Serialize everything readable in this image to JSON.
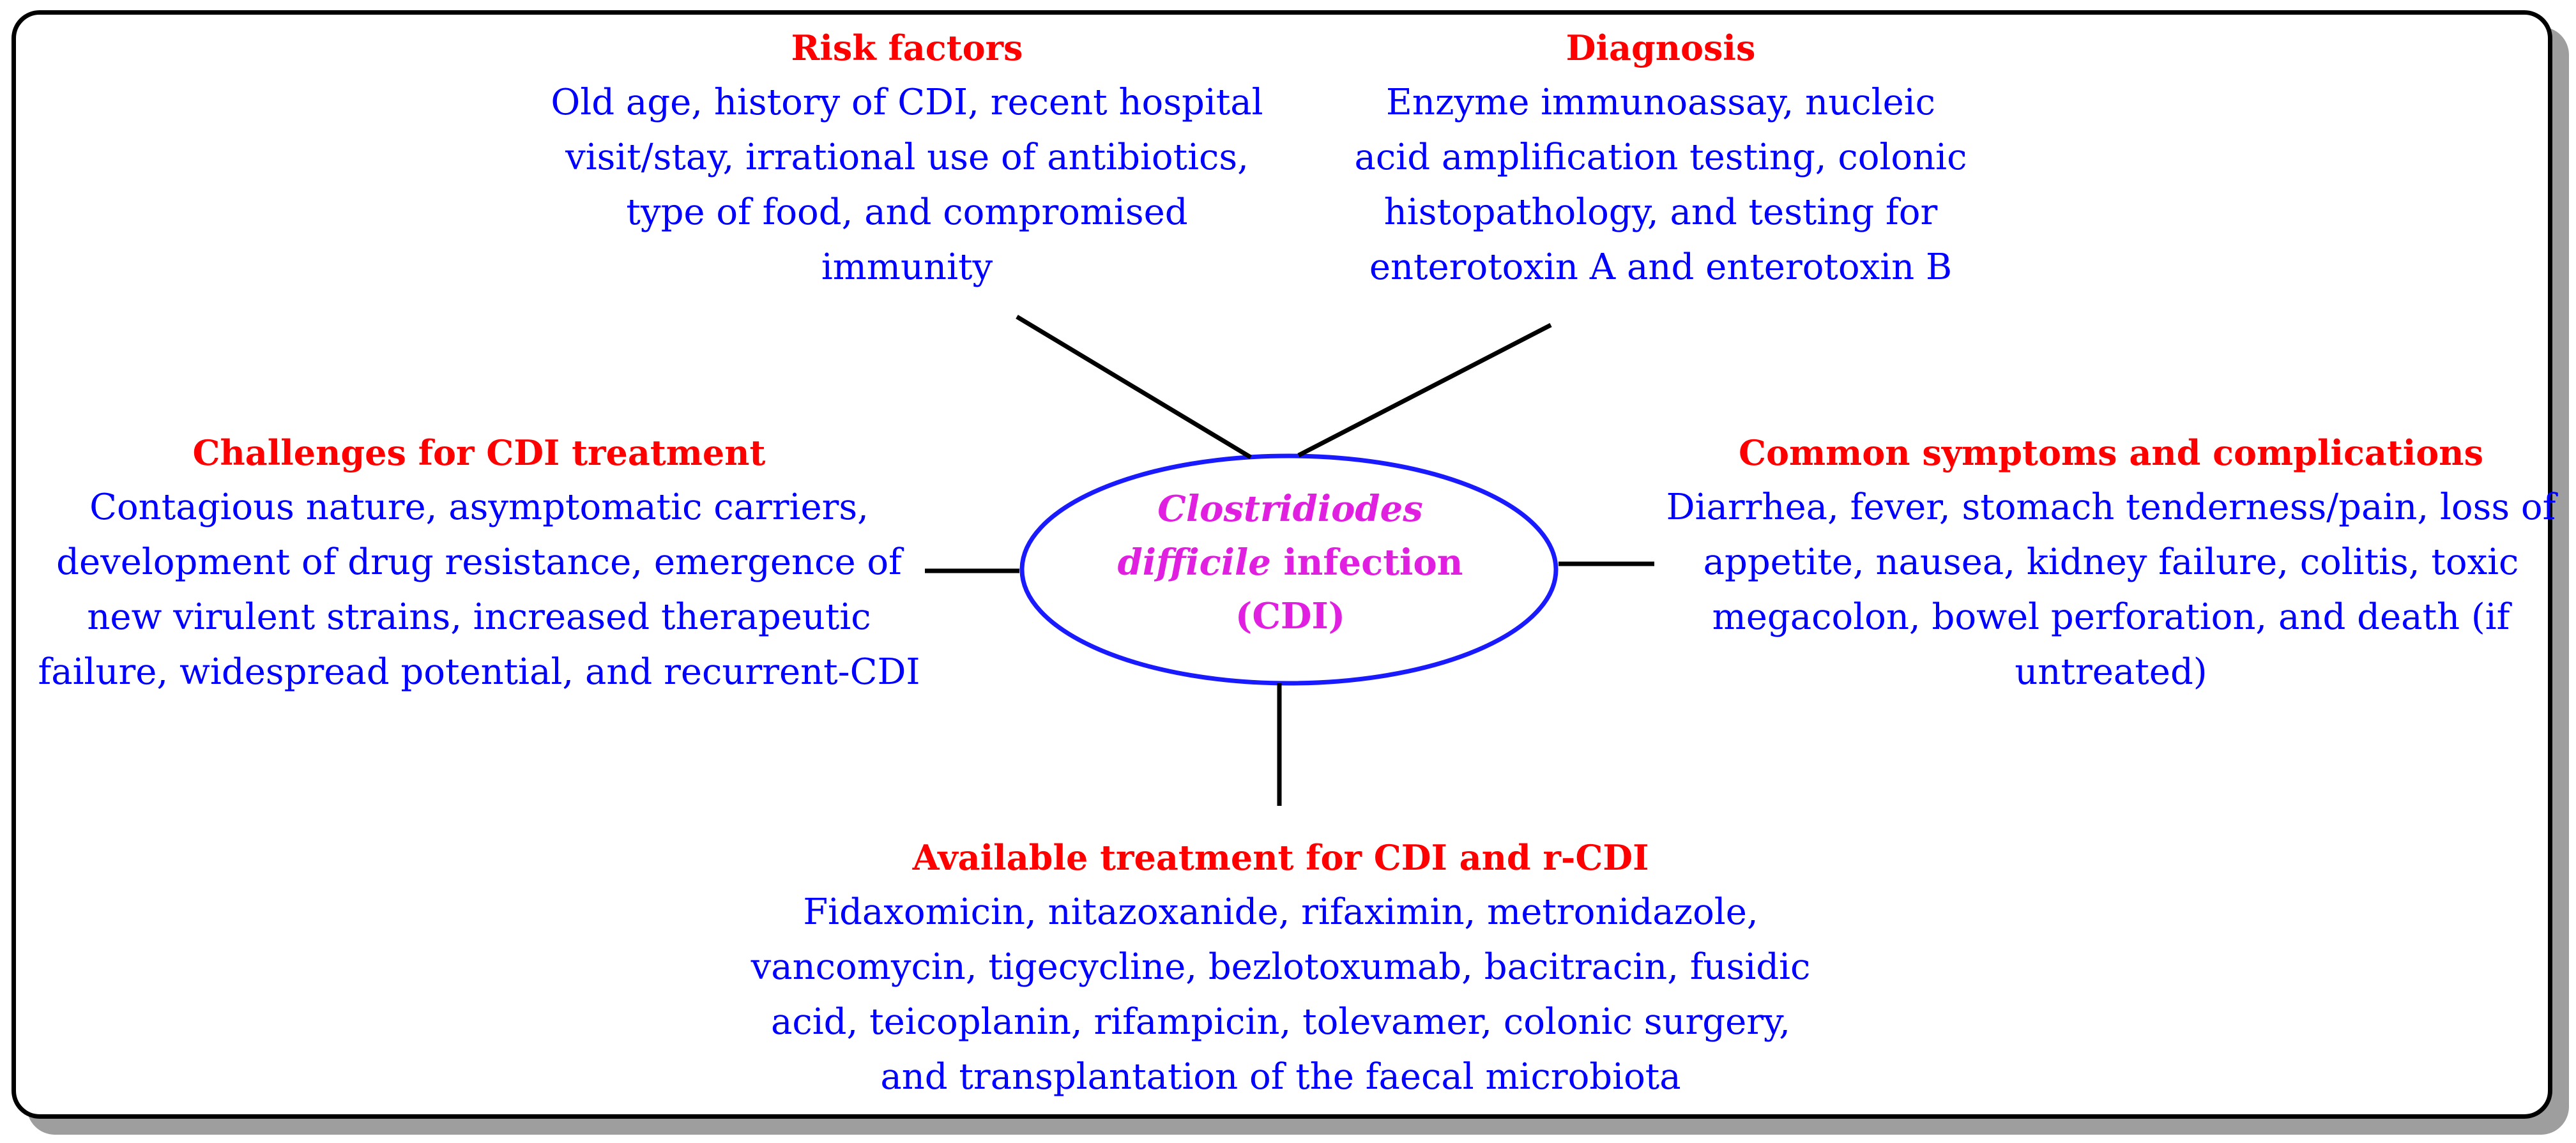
{
  "center": {
    "line1": "Clostridiodes",
    "line2_italic": "difficile",
    "line2_rest": " infection",
    "line3": "(CDI)"
  },
  "risk_factors": {
    "title": "Risk factors",
    "lines": [
      "Old age, history of CDI, recent hospital",
      "visit/stay, irrational use of antibiotics,",
      "type of food, and compromised",
      "immunity"
    ]
  },
  "diagnosis": {
    "title": "Diagnosis",
    "lines": [
      "Enzyme immunoassay, nucleic",
      "acid amplification testing, colonic",
      "histopathology, and testing for",
      "enterotoxin A and enterotoxin B"
    ]
  },
  "challenges": {
    "title": "Challenges for CDI treatment",
    "lines": [
      "Contagious nature, asymptomatic carriers,",
      "development of drug resistance, emergence of",
      "new virulent strains, increased therapeutic",
      "failure, widespread potential, and recurrent-CDI"
    ]
  },
  "symptoms": {
    "title": "Common symptoms and complications",
    "lines": [
      "Diarrhea, fever, stomach tenderness/pain, loss of",
      "appetite, nausea, kidney failure, colitis, toxic",
      "megacolon, bowel perforation, and death (if",
      "untreated)"
    ]
  },
  "treatment": {
    "title": "Available treatment for CDI and r-CDI",
    "lines": [
      "Fidaxomicin, nitazoxanide, rifaximin, metronidazole,",
      "vancomycin, tigecycline, bezlotoxumab, bacitracin, fusidic",
      "acid, teicoplanin, rifampicin, tolevamer, colonic surgery,",
      "and transplantation of the faecal microbiota"
    ]
  },
  "colors": {
    "heading": "#ff0000",
    "body": "#0000ff",
    "center_text": "#e11fe1",
    "ellipse_stroke": "#1a1aff"
  }
}
